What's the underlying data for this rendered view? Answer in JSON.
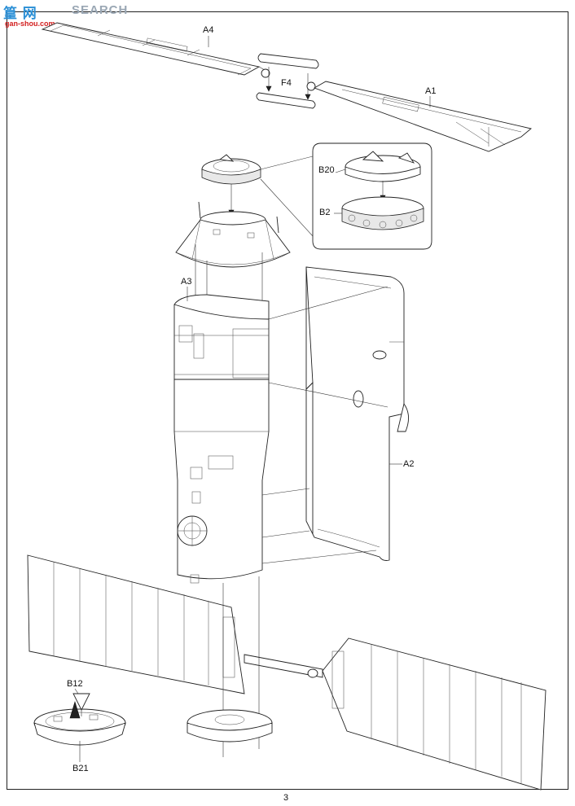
{
  "watermark": {
    "logo_text": "篁 网",
    "search_text": "SEARCH",
    "url_text": "gan-shou.com"
  },
  "labels": {
    "a4": "A4",
    "f4": "F4",
    "a1": "A1",
    "b20": "B20",
    "b2": "B2",
    "a3": "A3",
    "a2": "A2",
    "b12": "B12",
    "b21": "B21"
  },
  "page_number": "3"
}
